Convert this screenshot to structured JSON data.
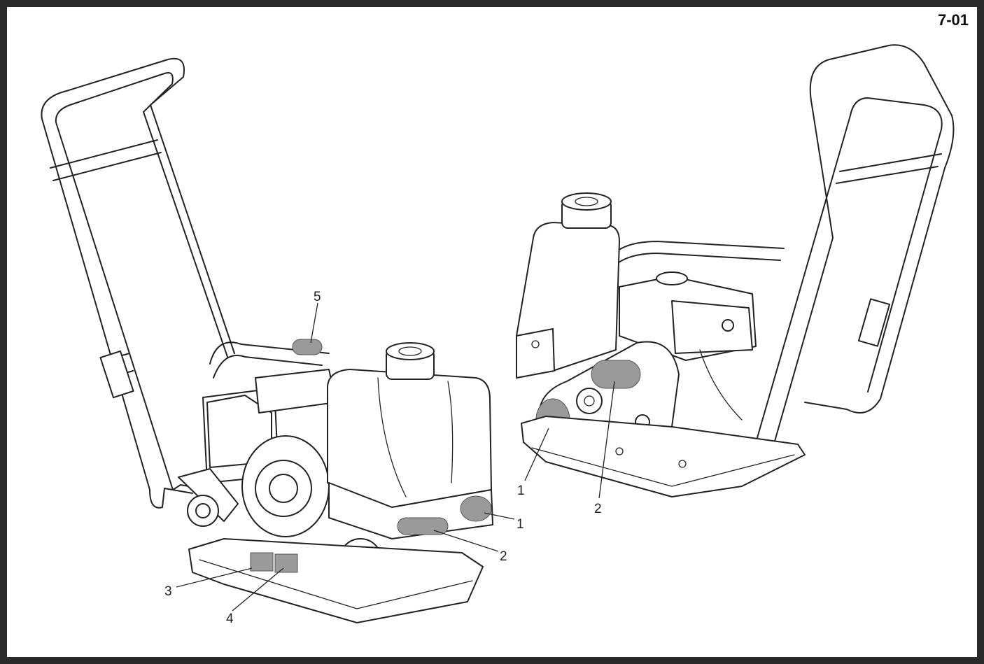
{
  "figure": {
    "id": "7-01",
    "callouts": {
      "left": [
        "1",
        "2",
        "3",
        "4",
        "5"
      ],
      "right": [
        "1",
        "2"
      ]
    }
  },
  "colors": {
    "frame": "#2a2a2a",
    "background": "#ffffff",
    "line": "#222222",
    "decal": "#9a9a9a"
  }
}
